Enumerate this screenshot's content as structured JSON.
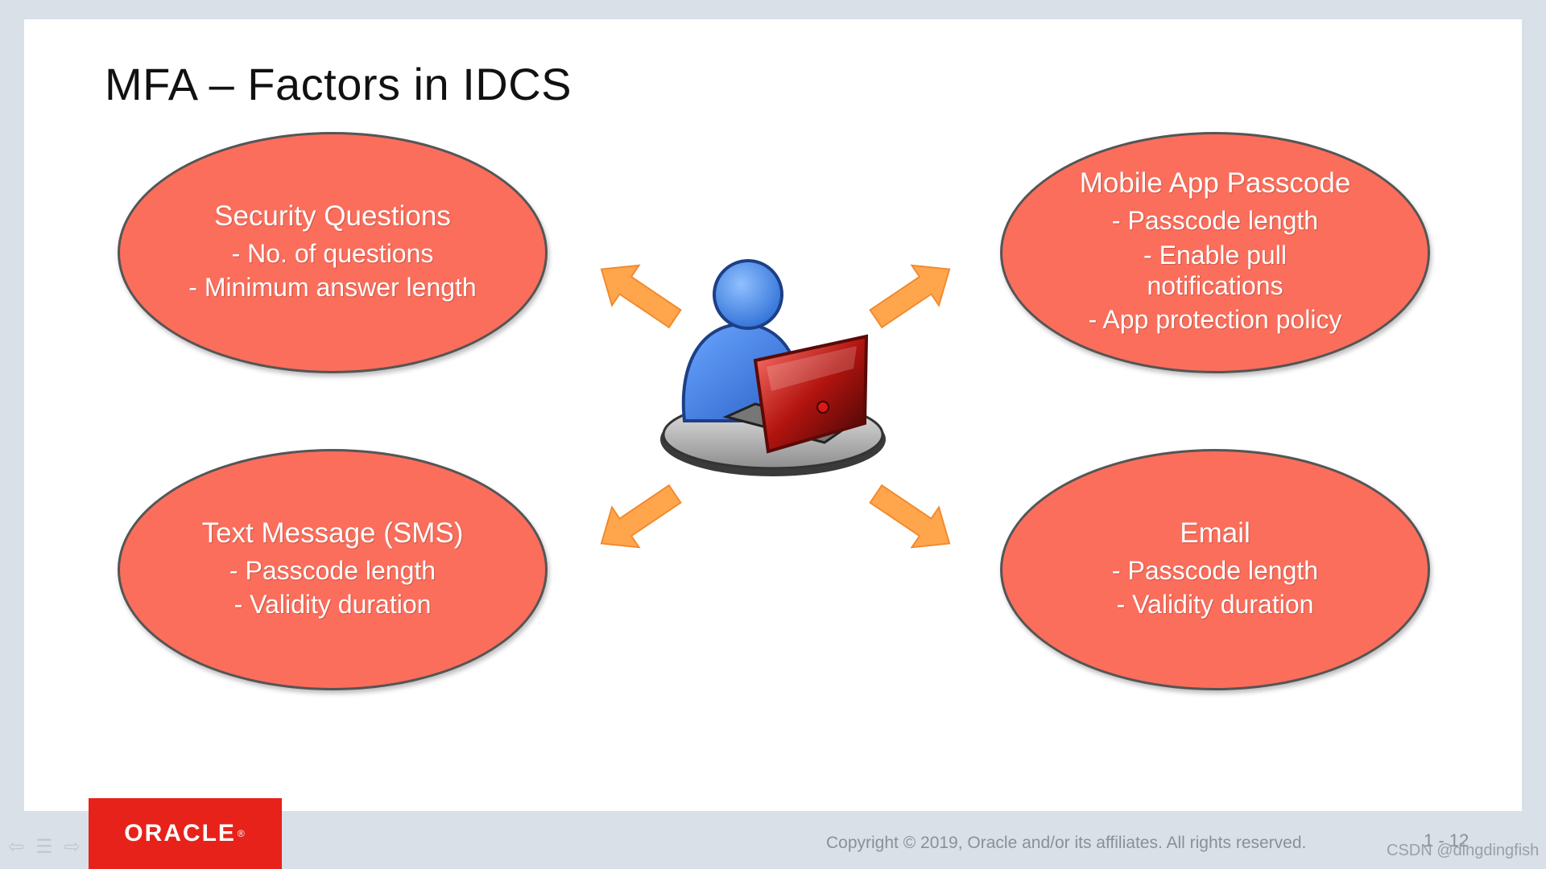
{
  "title": "MFA – Factors in IDCS",
  "factors": {
    "security_questions": {
      "head": "Security Questions",
      "lines": [
        "- No. of questions",
        "- Minimum answer length"
      ]
    },
    "mobile_app": {
      "head": "Mobile App Passcode",
      "lines": [
        "- Passcode length",
        "- Enable pull notifications",
        "- App protection policy"
      ]
    },
    "sms": {
      "head": "Text Message (SMS)",
      "lines": [
        "- Passcode length",
        "- Validity duration"
      ]
    },
    "email": {
      "head": "Email",
      "lines": [
        "- Passcode length",
        "- Validity duration"
      ]
    }
  },
  "footer": {
    "logo_text": "ORACLE",
    "logo_mark": "®",
    "copyright": "Copyright © 2019, Oracle and/or its affiliates. All rights reserved.",
    "page_number": "1 - 12",
    "watermark": "CSDN @dingdingfish"
  },
  "icons": {
    "center": "user-laptop-icon",
    "arrow": "arrow-icon",
    "nav": [
      "back-arrow-icon",
      "menu-icon",
      "forward-arrow-icon"
    ]
  },
  "colors": {
    "ellipse_fill": "#fb6e5c",
    "ellipse_border": "#555555",
    "arrow_fill": "#ffa64d",
    "oracle_red": "#e7221a",
    "user_blue": "#3a7bdc",
    "laptop_red": "#b3140f"
  }
}
